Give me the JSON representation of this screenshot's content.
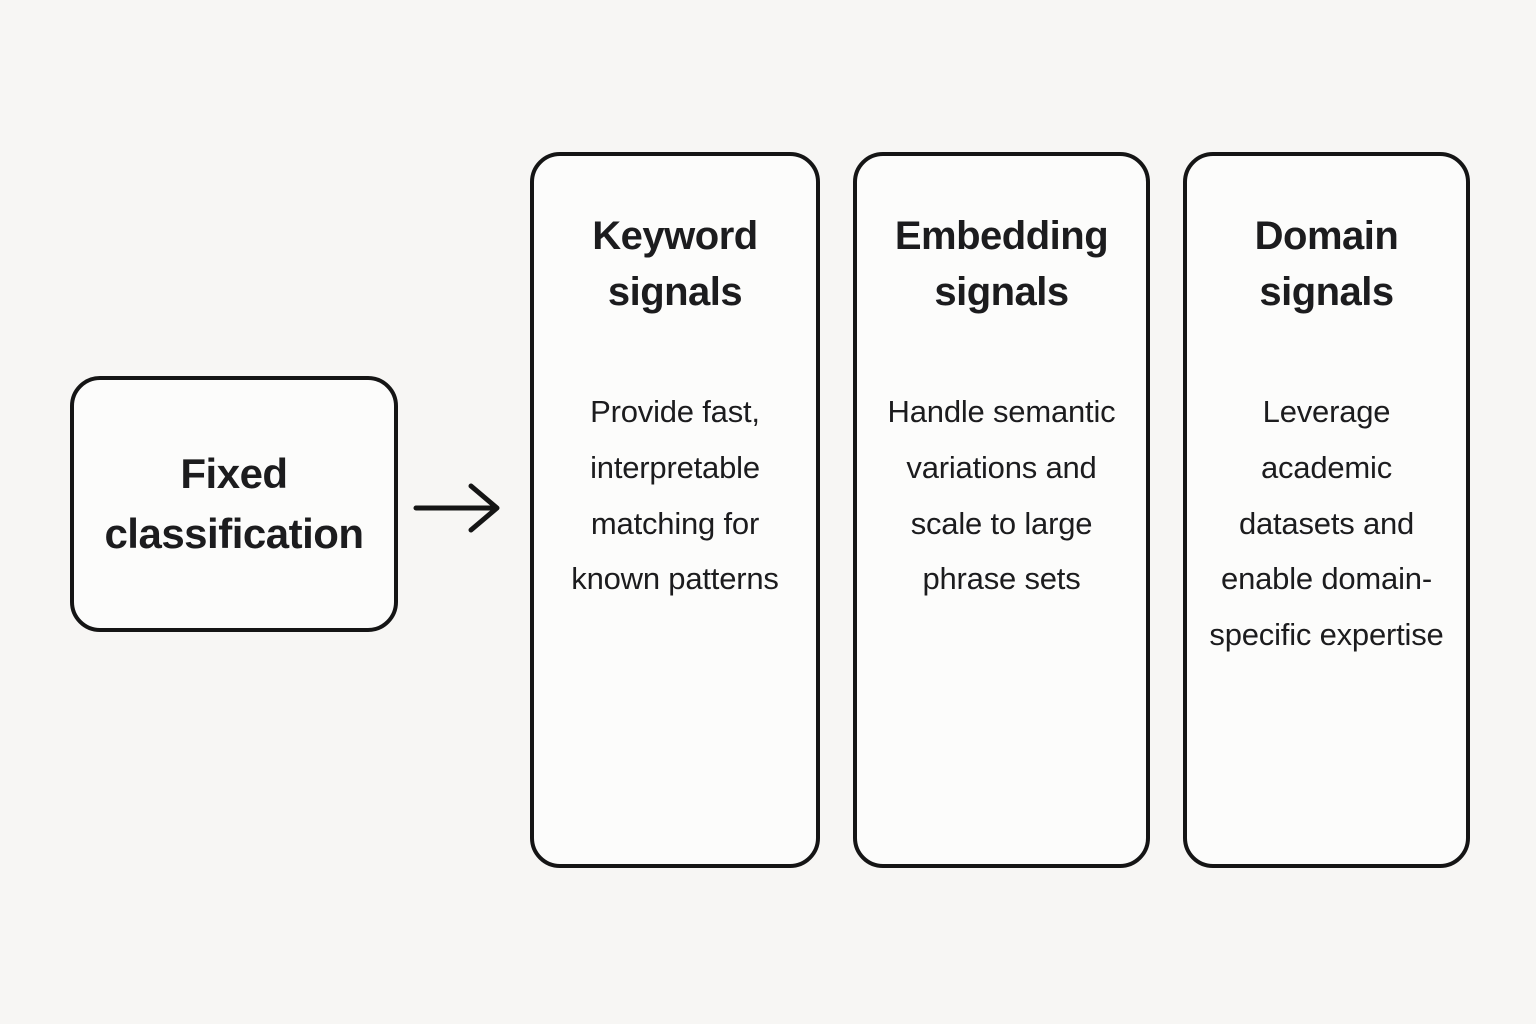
{
  "diagram": {
    "source_box": {
      "label": "Fixed classification"
    },
    "arrow": {
      "name": "right-arrow",
      "direction": "right"
    },
    "cards": [
      {
        "title": "Keyword signals",
        "body": "Provide fast, interpretable matching for known patterns"
      },
      {
        "title": "Embedding signals",
        "body": "Handle semantic variations and scale to large phrase sets"
      },
      {
        "title": "Domain signals",
        "body": "Leverage academic datasets and enable domain-specific expertise"
      }
    ],
    "colors": {
      "background": "#f7f6f4",
      "card_fill": "#fcfcfb",
      "stroke": "#151515",
      "text": "#1c1c1e"
    }
  }
}
